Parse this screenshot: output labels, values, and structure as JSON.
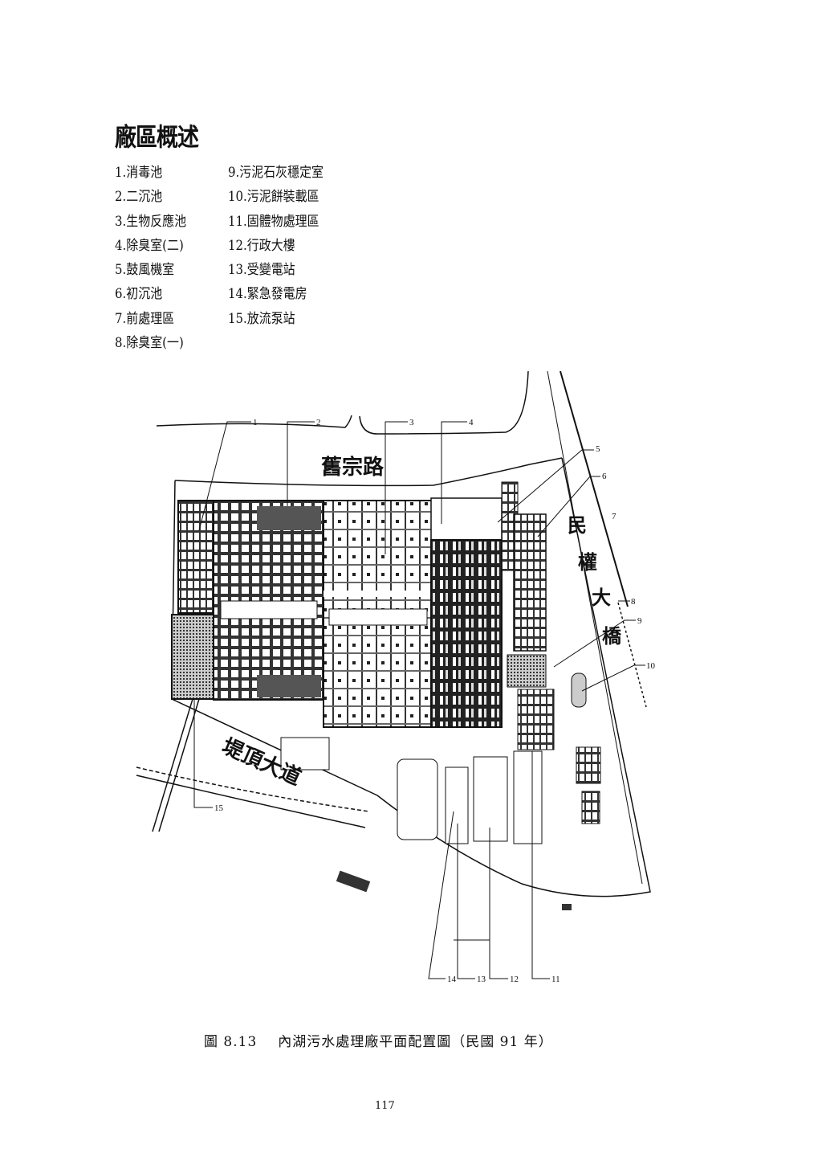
{
  "section_title": "廠區概述",
  "legend_col1": [
    "1.消毒池",
    "2.二沉池",
    "3.生物反應池",
    "4.除臭室(二)",
    "5.鼓風機室",
    "6.初沉池",
    "7.前處理區",
    "8.除臭室(一)"
  ],
  "legend_col2": [
    "9.污泥石灰穩定室",
    "10.污泥餅裝載區",
    "11.固體物處理區",
    "12.行政大樓",
    "13.受變電站",
    "14.緊急發電房",
    "15.放流泵站"
  ],
  "plan": {
    "roads": {
      "north": "舊宗路",
      "east_chars": [
        "民",
        "權",
        "大",
        "橋"
      ],
      "south": "堤頂大道"
    },
    "callouts": [
      "1",
      "2",
      "3",
      "4",
      "5",
      "6",
      "7",
      "8",
      "9",
      "10",
      "11",
      "12",
      "13",
      "14",
      "15"
    ]
  },
  "caption": {
    "figure_no": "圖 8.13",
    "text": "內湖污水處理廠平面配置圖（民國 91 年）"
  },
  "page_number": "117"
}
